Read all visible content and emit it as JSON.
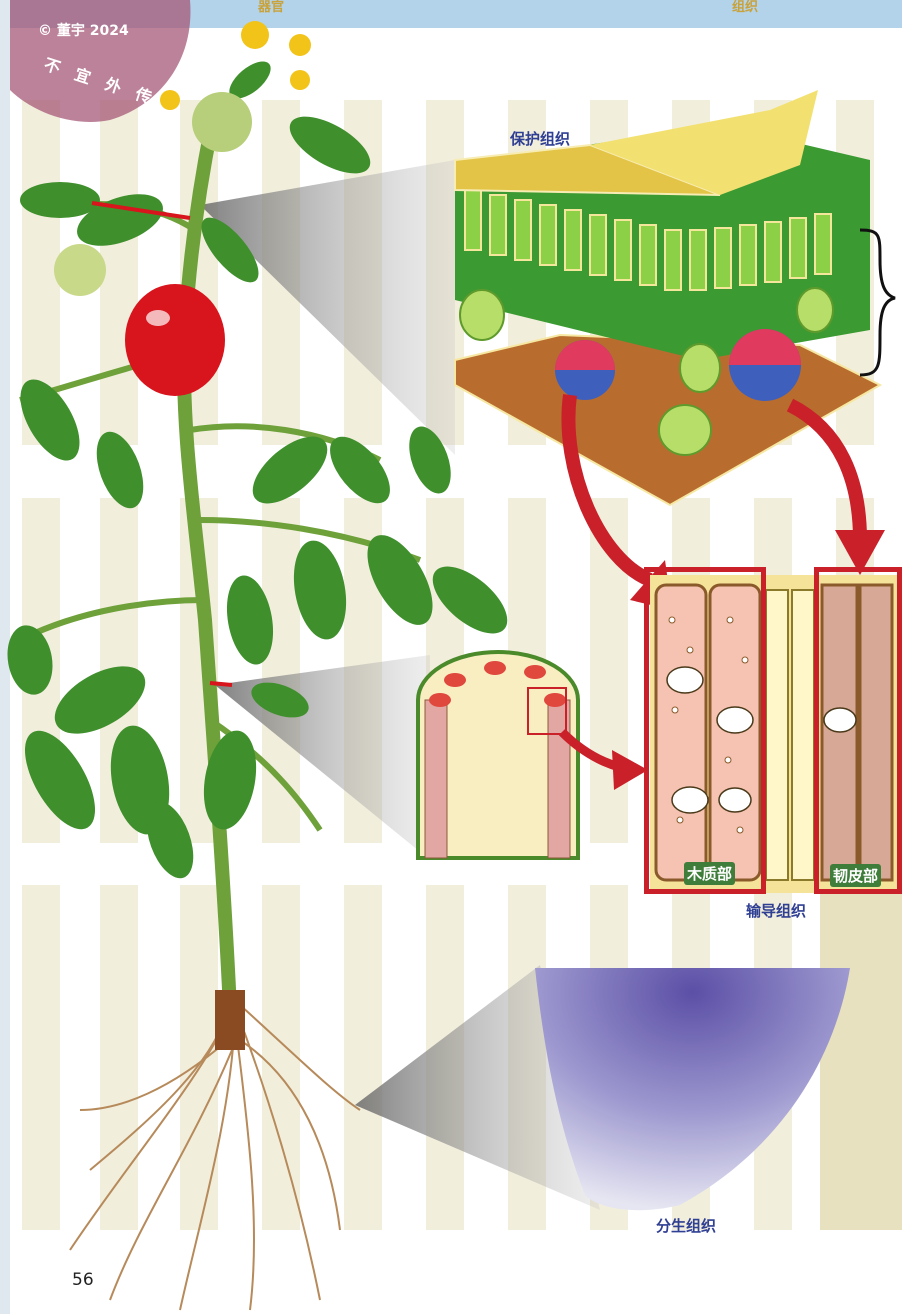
{
  "header": {
    "left_heading": "器官",
    "right_heading": "组织"
  },
  "watermark": {
    "copyright": "© 董宇 2024",
    "notice": "不宜外传"
  },
  "labels": {
    "protective_tissue": "保护组织",
    "xylem": "木质部",
    "phloem": "韧皮部",
    "conducting_tissue": "输导组织",
    "meristem": "分生组织"
  },
  "page_number": "56",
  "colors": {
    "header_band": "#b3d3ea",
    "stripe": "#f2eedc",
    "label_blue": "#2f3f93",
    "highlight_red": "#c9202a",
    "leaf_green": "#3f8f2c",
    "tomato_red": "#d8141c"
  }
}
